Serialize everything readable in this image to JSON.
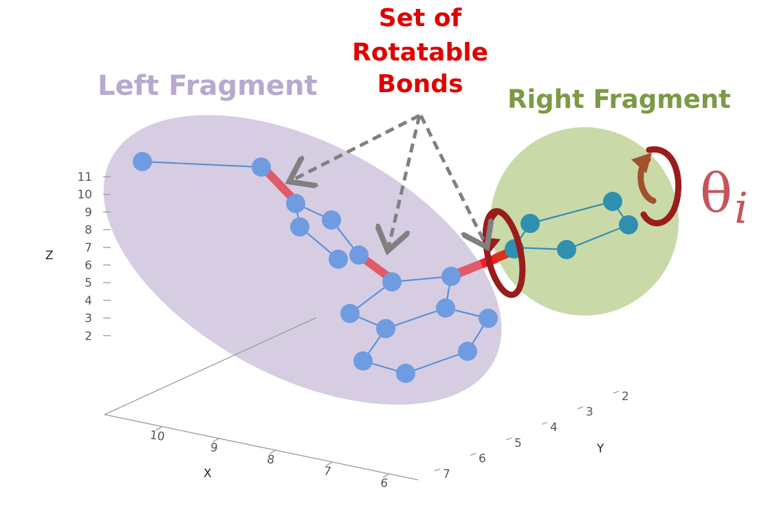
{
  "labels": {
    "left_fragment": "Left Fragment",
    "right_fragment": "Right Fragment",
    "bonds_line1": "Set of",
    "bonds_line2": "Rotatable",
    "bonds_line3": "Bonds",
    "theta": "θ",
    "theta_sub": "i"
  },
  "axes": {
    "z": {
      "name": "Z",
      "ticks": [
        "11",
        "10",
        "9",
        "8",
        "7",
        "6",
        "5",
        "4",
        "3",
        "2"
      ]
    },
    "x": {
      "name": "X",
      "ticks": [
        "10",
        "9",
        "8",
        "7",
        "6"
      ]
    },
    "y": {
      "name": "Y",
      "ticks": [
        "7",
        "6",
        "5",
        "4",
        "3",
        "2"
      ]
    }
  },
  "colors": {
    "left_region": "#d6cde3",
    "right_region": "#c9d9a8",
    "atom": "#6f9be0",
    "right_atom": "#2f8fb0",
    "bond": "#5b90d6",
    "rotatable_bond": "#e05a6a",
    "arrow": "#808080",
    "rotation_arrow_dark": "#9b1c1c",
    "rotation_arrow_light": "#a0522d"
  }
}
